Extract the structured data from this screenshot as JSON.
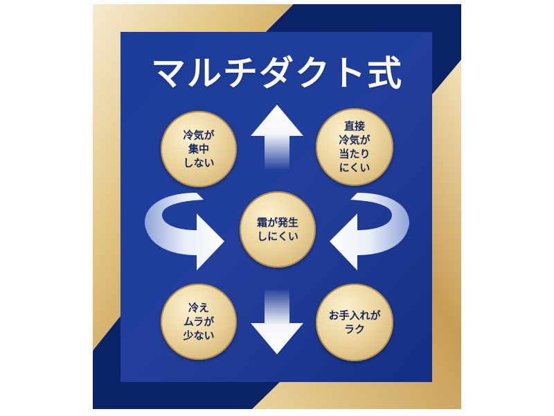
{
  "title": "マルチダクト式",
  "colors": {
    "navy_dark": "#0a2266",
    "navy": "#1f3e9a",
    "gold_light": "#f3e4b6",
    "gold": "#c9a35e",
    "badge_text": "#13245c"
  },
  "center": {
    "label": "霜が発生\nしにくい"
  },
  "benefits": [
    {
      "label": "冷気が\n集中\nしない"
    },
    {
      "label": "直接\n冷気が\n当たり\nにくい"
    },
    {
      "label": "冷え\nムラが\n少ない"
    },
    {
      "label": "お手入れが\nラク"
    }
  ],
  "arrows": [
    "arrow-up",
    "arrow-down",
    "curved-arrow-right",
    "curved-arrow-left"
  ]
}
